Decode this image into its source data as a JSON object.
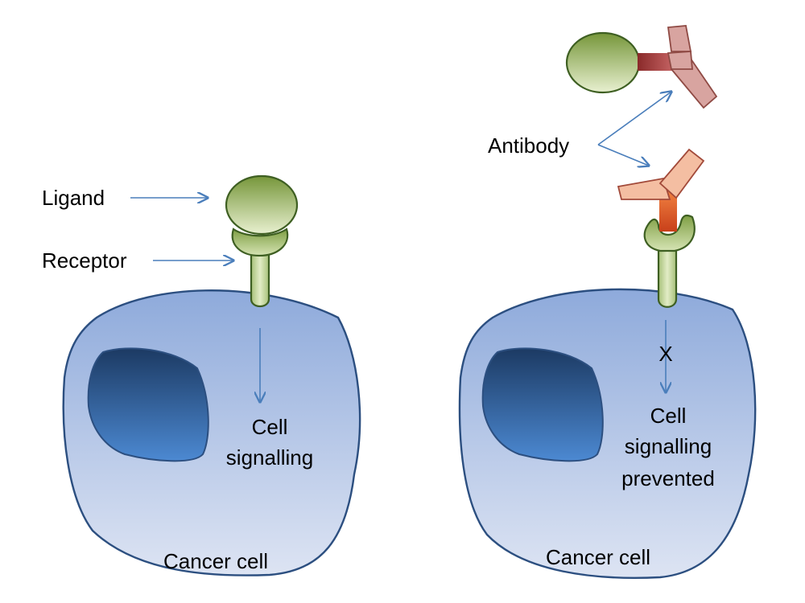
{
  "labels": {
    "ligand": "Ligand",
    "receptor": "Receptor",
    "cell_signalling_line1": "Cell",
    "cell_signalling_line2": "signalling",
    "cancer_cell_left": "Cancer cell",
    "antibody": "Antibody",
    "blocked_mark": "X",
    "prevented_line1": "Cell",
    "prevented_line2": "signalling",
    "prevented_line3": "prevented",
    "cancer_cell_right": "Cancer cell"
  },
  "colors": {
    "cell_fill_top": "#8eaadb",
    "cell_fill_bottom": "#dbe3f3",
    "cell_outline": "#2c4f80",
    "nucleus_top": "#1f3d66",
    "nucleus_bottom": "#4a86cf",
    "ligand_top": "#7a9a3c",
    "ligand_bottom": "#e6efcc",
    "receptor_fill": "#9ab866",
    "antibody_light": "#f2b89a",
    "antibody_dark": "#d4a29a",
    "antibody_hinge": "#d05a2a",
    "arrow": "#4a7ebb"
  }
}
